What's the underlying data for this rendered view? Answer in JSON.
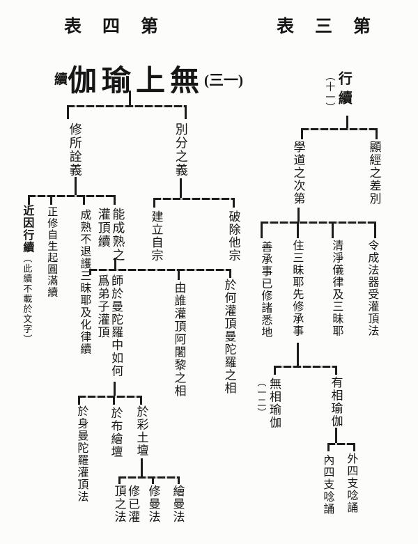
{
  "headers": {
    "left": "表四第",
    "right": "表三第"
  },
  "left_tree": {
    "title": {
      "prefix": "續",
      "main": "伽瑜上無",
      "number": "(三一)"
    },
    "nodes": {
      "xiu_suo_quan_yi": "修所詮義",
      "bie_fen_zhi_yi": "別分之義",
      "jian_li_zi_zong": "建立自宗",
      "po_chu_ta_zong": "破除他宗",
      "neng_cheng_shu": "能成熟之灌頂續",
      "cheng_shu_bu_tui": "成熟不退護三昧耶及化律續",
      "zheng_xiu": "正修自生起圓滿續",
      "jin_yin": "近因行續",
      "jin_yin_note": "（此續不載於文字）",
      "yu_he": "於何灌頂曼陀羅之相",
      "you_shei": "由誰灌頂阿闍黎之相",
      "shi_yu": "師於曼陀羅中如何爲弟子灌頂",
      "yu_cai_tu_tan": "於彩土壇",
      "yu_bu_hui_tan": "於布繪壇",
      "yu_shen": "於身曼陀羅灌頂法",
      "hui_man_fa": "繪曼法",
      "xiu_man_fa": "修曼法",
      "xiu_yi_guan_ding": "修已灌頂之法"
    }
  },
  "right_tree": {
    "title": {
      "main": "行續",
      "number": "（十一）"
    },
    "nodes": {
      "xian_jing": "顯經之差別",
      "xue_dao": "學道之次第",
      "ling_cheng": "令成法器受灌頂法",
      "qing_jing": "清淨儀律及三昧耶",
      "zhu_san_mei": "住三昧耶先修承事",
      "shan_cheng_shi": "善承事已修諸悉地",
      "you_xiang": "有相瑜伽",
      "wu_xiang": "無相瑜伽",
      "wu_xiang_number": "（一二）",
      "wai_si_zhi": "外四支唸誦",
      "nei_si_zhi": "內四支唸誦"
    }
  }
}
